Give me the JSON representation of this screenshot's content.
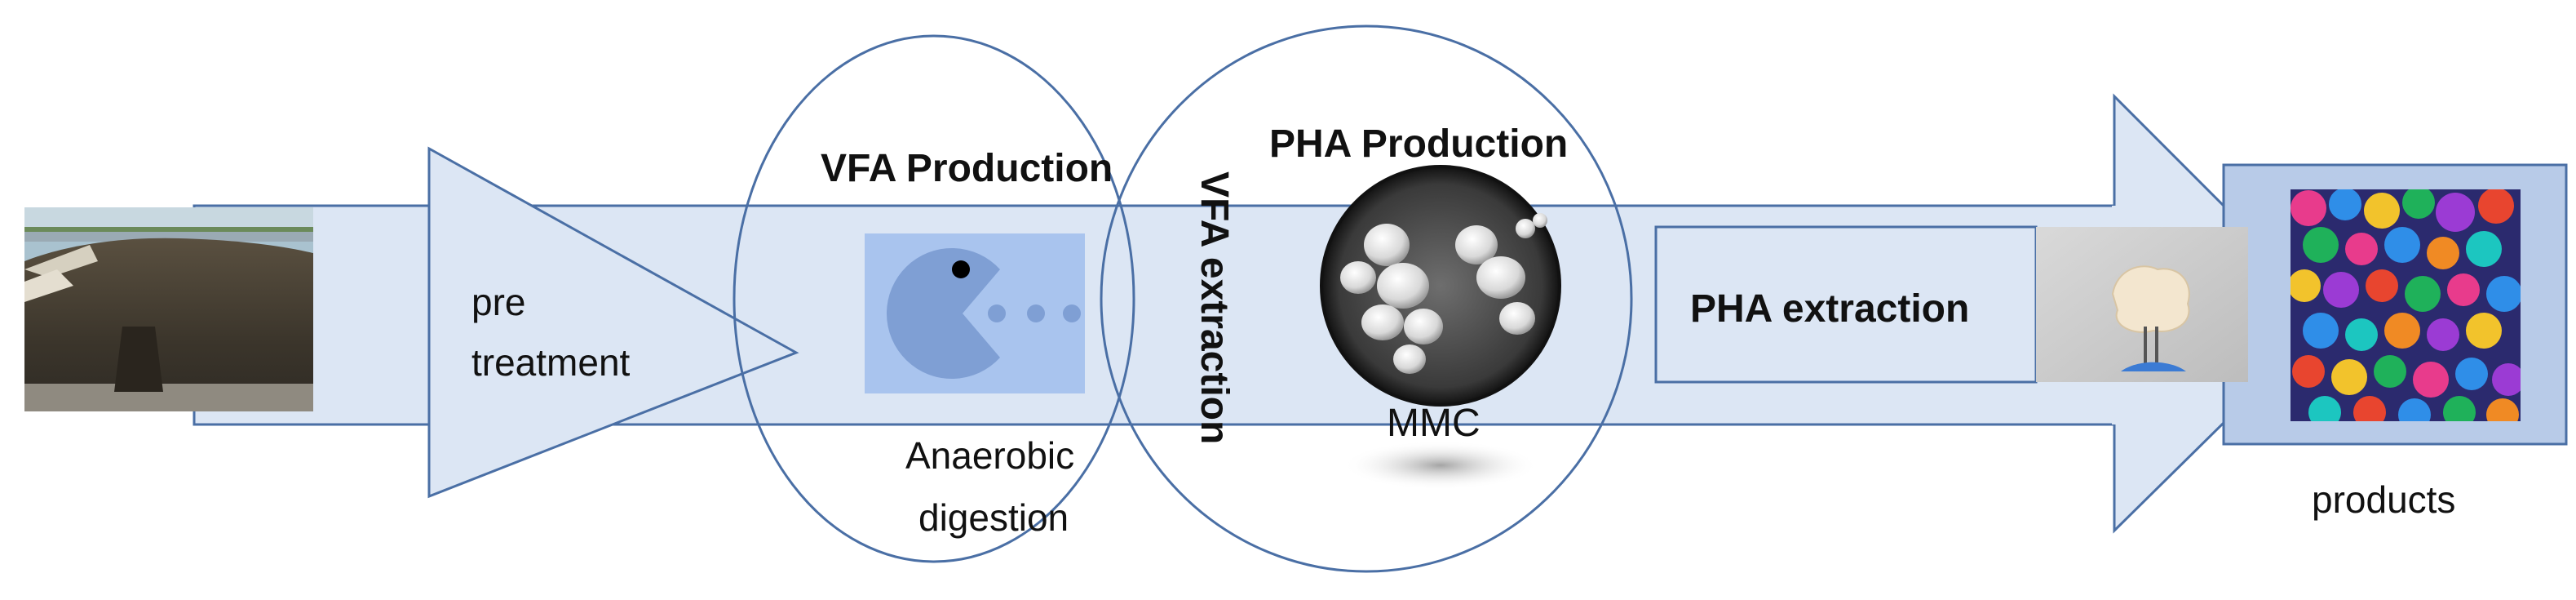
{
  "labels": {
    "pretreatment_line1": "pre",
    "pretreatment_line2": "treatment",
    "vfa_production": "VFA Production",
    "anaerobic_line1": "Anaerobic",
    "anaerobic_line2": "digestion",
    "vfa_extraction": "VFA extraction",
    "pha_production": "PHA Production",
    "mmc": "MMC",
    "pha_extraction": "PHA extraction",
    "products": "products"
  },
  "icons": {
    "feedstock": "soil-pile-photo-icon",
    "digestion": "pacman-icon",
    "bacteria": "micrograph-cells-icon",
    "polymer": "pha-polymer-sample-icon",
    "products": "plastic-caps-photo-icon"
  },
  "colors": {
    "band_fill": "#dce6f4",
    "outline": "#4a6fa5",
    "pacman": "#7f9fd4",
    "pacman_bg": "#a9c4ee",
    "text": "#111111"
  }
}
